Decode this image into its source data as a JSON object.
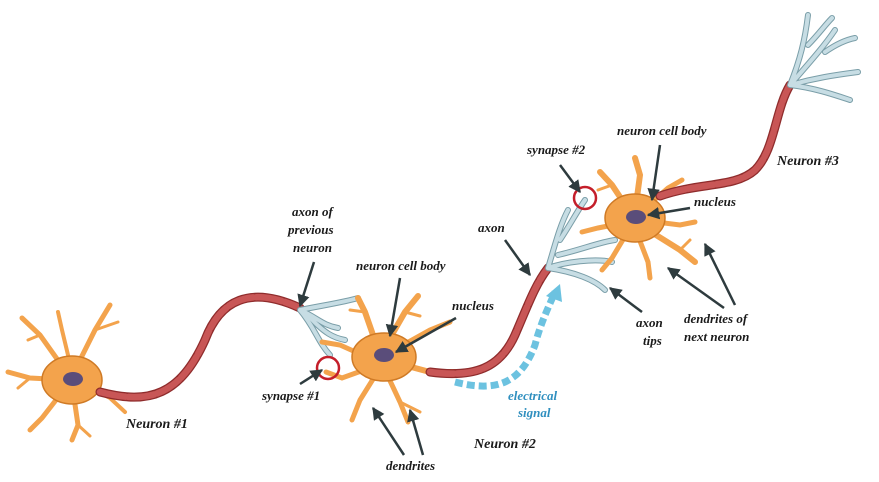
{
  "colors": {
    "soma": "#f3a34c",
    "soma_edge": "#cf7a25",
    "nucleus": "#5a4d7a",
    "axon": "#c85656",
    "axon_edge": "#8f2c2c",
    "axon_tip": "#c7dde4",
    "axon_tip_edge": "#7a9ea8",
    "signal": "#6cc2e0",
    "synapse_ring": "#c41e2a",
    "arrow": "#2e3b3e"
  },
  "labels": {
    "neuron1": "Neuron #1",
    "neuron2": "Neuron #2",
    "neuron3": "Neuron #3",
    "synapse1": "synapse #1",
    "synapse2": "synapse #2",
    "axon_prev_1": "axon of",
    "axon_prev_2": "previous",
    "axon_prev_3": "neuron",
    "cell_body_a": "neuron cell body",
    "nucleus_a": "nucleus",
    "dendrites": "dendrites",
    "axon": "axon",
    "electrical_1": "electrical",
    "electrical_2": "signal",
    "cell_body_b": "neuron cell body",
    "nucleus_b": "nucleus",
    "axon_tips_1": "axon",
    "axon_tips_2": "tips",
    "dendrites_next_1": "dendrites of",
    "dendrites_next_2": "next neuron"
  }
}
